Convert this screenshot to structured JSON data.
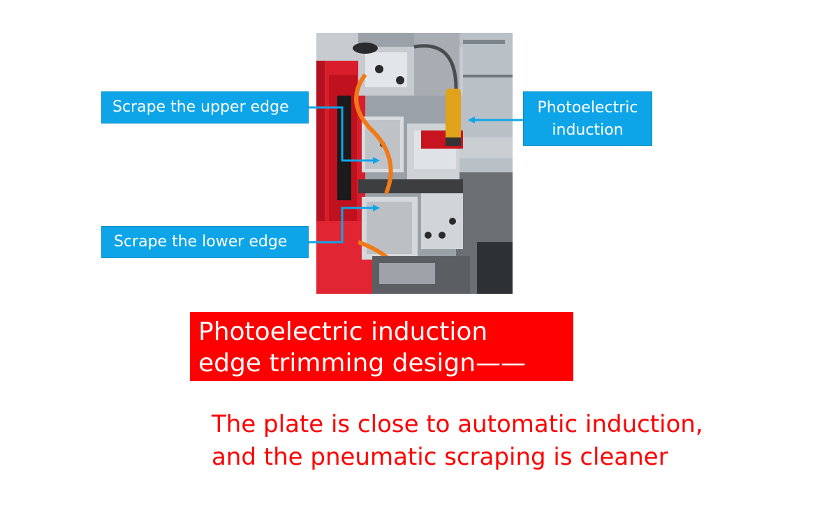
{
  "photo": {
    "description_icon": "machine-photo"
  },
  "callouts": {
    "upper_edge": "Scrape the upper edge",
    "lower_edge": "Scrape the lower edge",
    "photoelectric_line1": "Photoelectric",
    "photoelectric_line2": "induction"
  },
  "banner": {
    "line1": "Photoelectric induction",
    "line2": "edge trimming design——"
  },
  "caption": {
    "line1": "The plate is close to automatic induction,",
    "line2": "and the pneumatic scraping is cleaner"
  },
  "colors": {
    "callout_bg": "#0ea5e8",
    "banner_bg": "#ff0000",
    "caption_text": "#ff0000"
  }
}
